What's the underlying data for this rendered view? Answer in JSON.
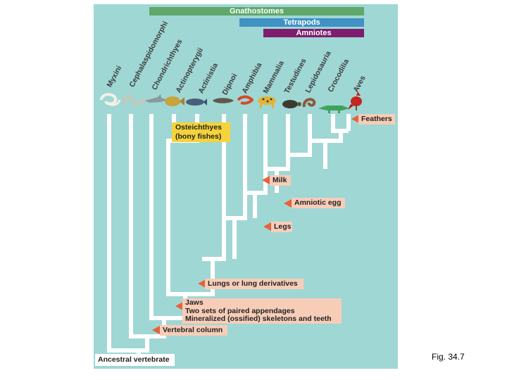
{
  "clade_bars": {
    "gnathostomes": {
      "label": "Gnathostomes",
      "color": "#5fa86a"
    },
    "tetrapods": {
      "label": "Tetrapods",
      "color": "#3f92c3"
    },
    "amniotes": {
      "label": "Amniotes",
      "color": "#7e1d6d"
    }
  },
  "taxa": [
    "Myxini",
    "Cephalaspidomorphi",
    "Chondrichthyes",
    "Actinopterygii",
    "Actinistia",
    "Dipnoi",
    "Amphibia",
    "Mammalia",
    "Testudines",
    "Lepidosauria",
    "Crocodilia",
    "Aves"
  ],
  "characters": {
    "feathers": "Feathers",
    "milk": "Milk",
    "amniotic_egg": "Amniotic egg",
    "legs": "Legs",
    "lungs": "Lungs or lung derivatives",
    "jaws_line1": "Jaws",
    "jaws_line2": "Two sets of paired appendages",
    "jaws_line3": "Mineralized (ossified) skeletons and teeth",
    "vertebral_column": "Vertebral column"
  },
  "osteichthyes": {
    "line1": "Osteichthyes",
    "line2": "(bony fishes)"
  },
  "root_label": "Ancestral vertebrate",
  "caption": "Fig. 34.7",
  "colors": {
    "background": "#9fd7d5",
    "branch": "#ffffff",
    "arrow": "#e9613b",
    "label_box": "#f7cdb8",
    "highlight_box": "#f5d33a"
  }
}
